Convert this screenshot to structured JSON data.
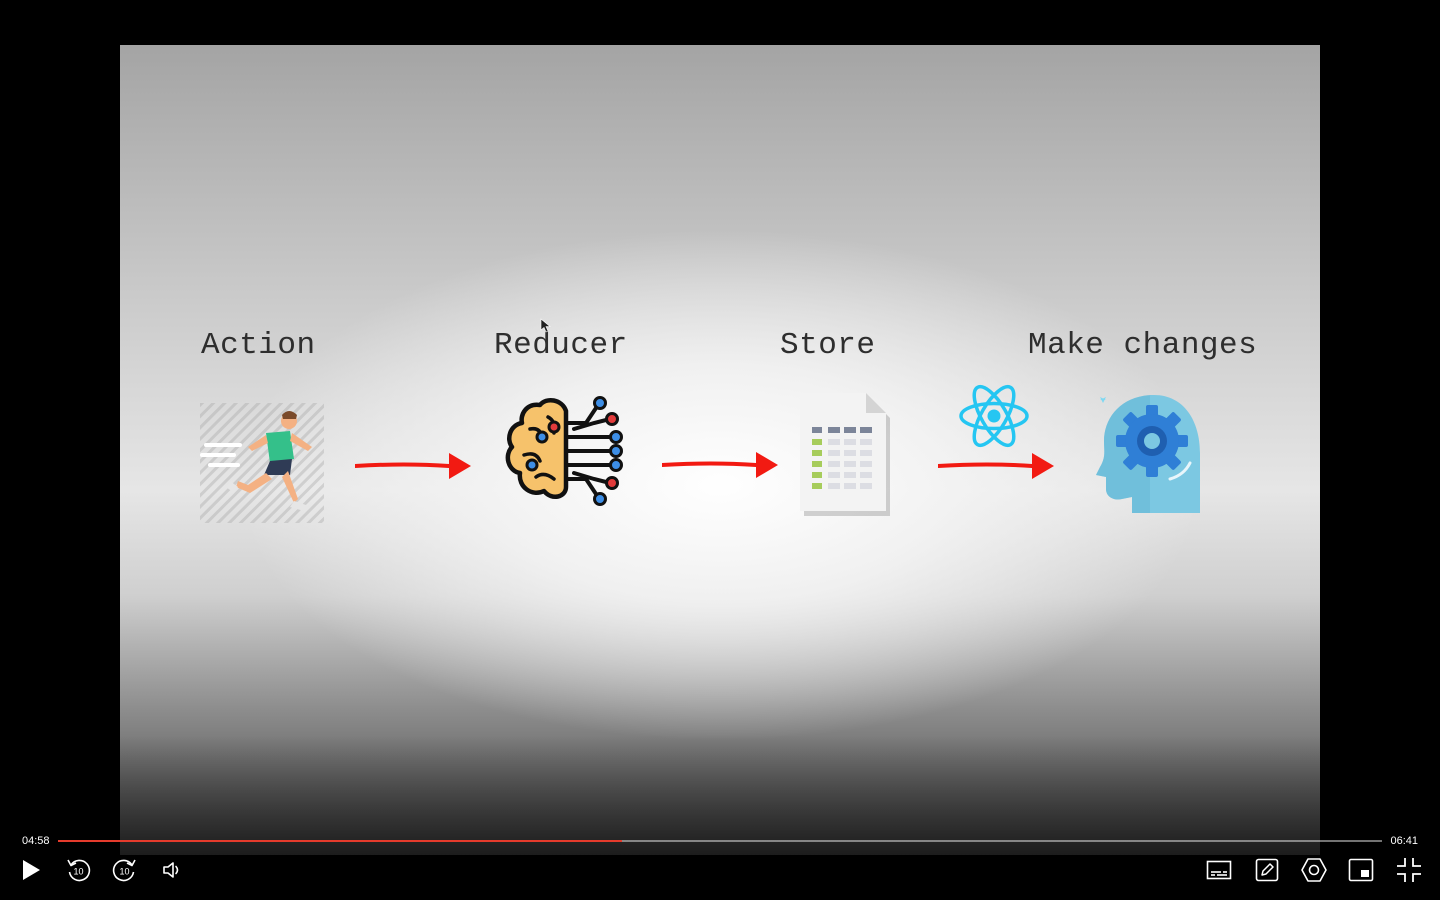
{
  "slide": {
    "labels": {
      "action": "Action",
      "reducer": "Reducer",
      "store": "Store",
      "make_changes": "Make changes"
    },
    "icons": [
      "running-man-icon",
      "brain-circuit-icon",
      "spreadsheet-document-icon",
      "react-atom-icon",
      "head-gear-icon"
    ],
    "arrow_color": "#f21a12"
  },
  "player": {
    "current_time": "04:58",
    "total_time": "06:41",
    "progress_percent": 42.6,
    "accent_color": "#e53b2c",
    "buttons": [
      "play-icon",
      "rewind-10-icon",
      "forward-10-icon",
      "volume-icon",
      "subtitles-icon",
      "edit-note-icon",
      "settings-icon",
      "picture-in-picture-icon",
      "exit-fullscreen-icon"
    ]
  }
}
